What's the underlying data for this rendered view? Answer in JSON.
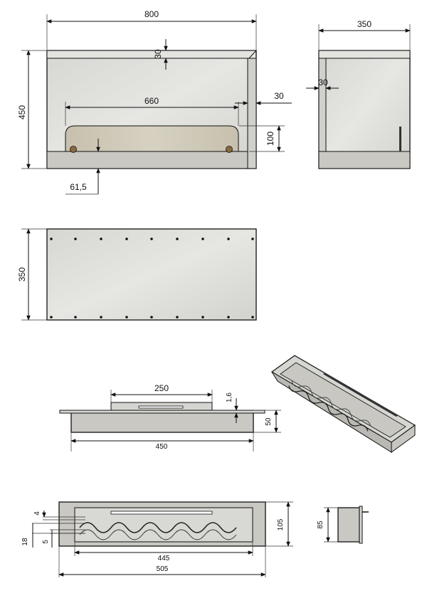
{
  "front_view": {
    "width": "800",
    "height": "450",
    "top_thickness": "30",
    "inner_width": "660",
    "side_thickness": "30",
    "opening_height": "100",
    "base_offset": "61,5"
  },
  "side_view": {
    "depth": "350",
    "wall_thickness": "30"
  },
  "top_view": {
    "depth": "350"
  },
  "burner_front": {
    "top_width": "250",
    "flange": "1,6",
    "height": "50",
    "width": "450"
  },
  "burner_top": {
    "dim_4": "4",
    "dim_18": "18",
    "dim_5": "5",
    "inner_width": "445",
    "outer_width": "505",
    "depth": "105"
  },
  "burner_side": {
    "height": "85"
  },
  "colors": {
    "panel": "#dcdcd8",
    "panel_shade": "#c9c8c2",
    "base": "#c4c3be",
    "window": "#cdc7b6"
  }
}
